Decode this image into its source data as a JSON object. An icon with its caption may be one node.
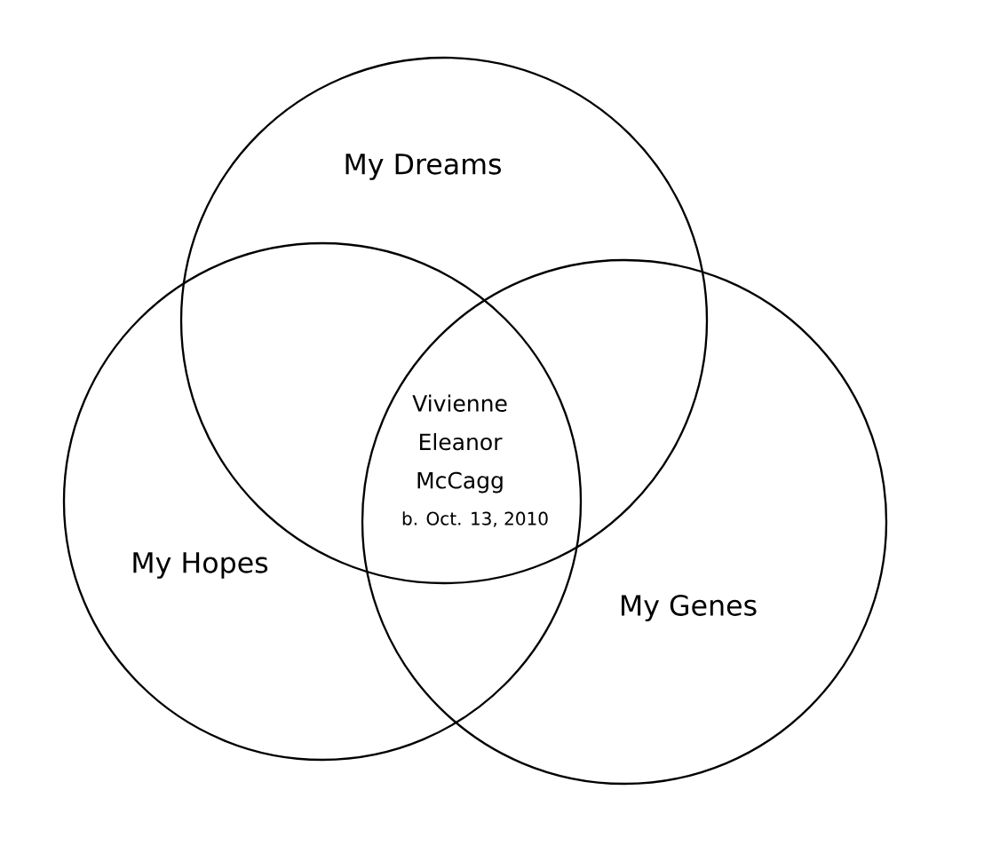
{
  "diagram": {
    "nodes": [
      {
        "text": [
          "My Dreams"
        ]
      },
      {
        "text": [
          "My Hopes"
        ]
      },
      {
        "text": [
          "My Genes"
        ]
      }
    ],
    "labels": [
      "Vivienne Eleanor McCagg",
      "b. Oct. 13, 2010"
    ]
  }
}
